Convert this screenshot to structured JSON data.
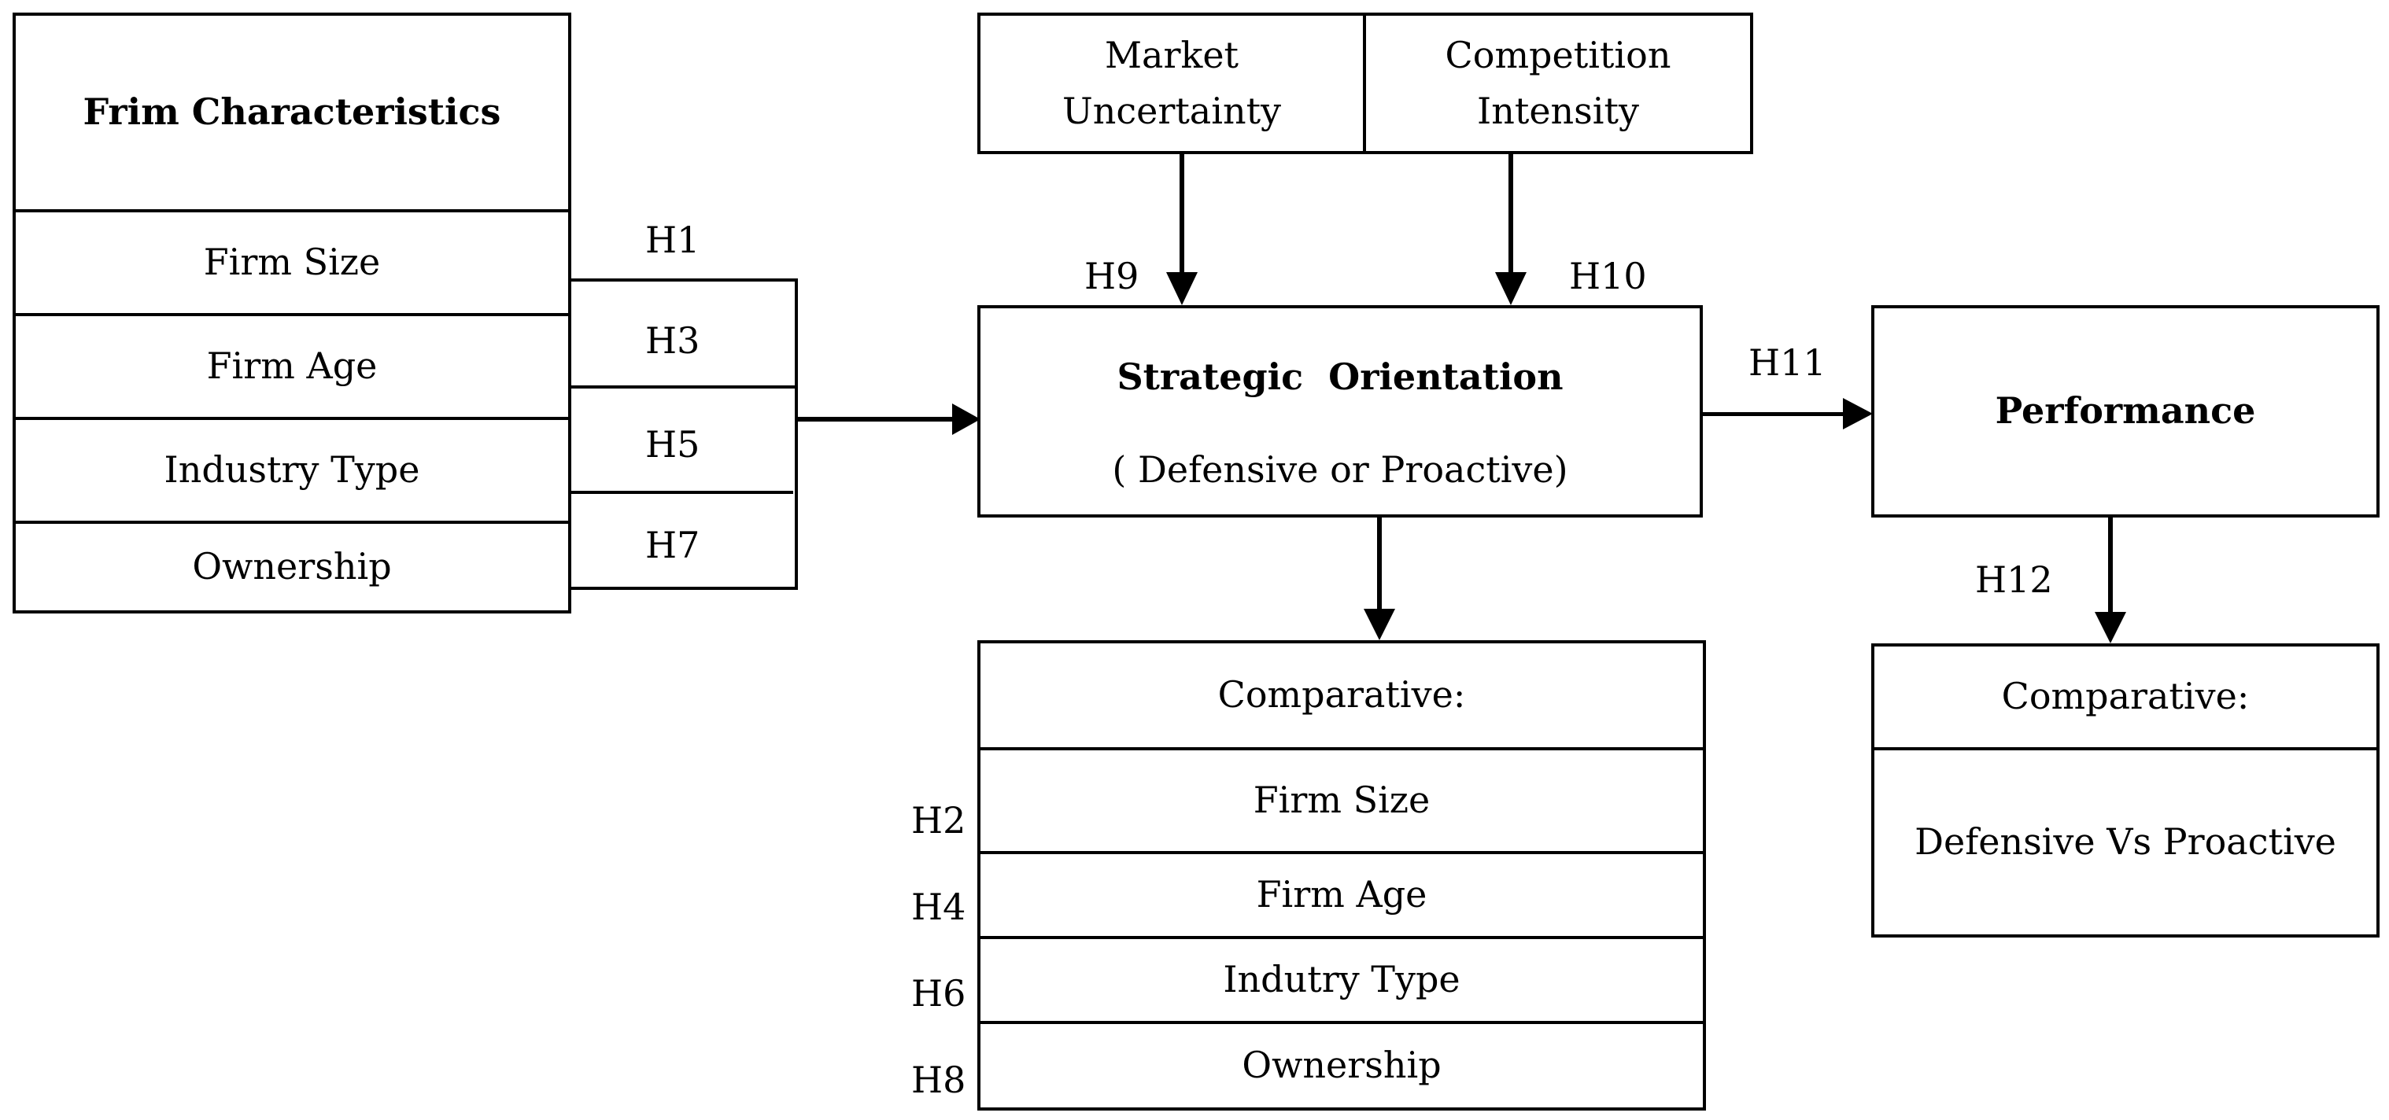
{
  "firm_characteristics": {
    "title": "Frim Characteristics",
    "items": [
      "Firm Size",
      "Firm Age",
      "Industry Type",
      "Ownership"
    ]
  },
  "moderators": {
    "market_uncertainty": "Market Uncertainty",
    "competition_intensity": "Competition Intensity"
  },
  "strategic_orientation": {
    "title": "Strategic  Orientation",
    "subtitle": "( Defensive or Proactive)"
  },
  "performance": {
    "title": "Performance"
  },
  "comparative_orientation": {
    "header": "Comparative:",
    "items": [
      "Firm Size",
      "Firm Age",
      "Indutry Type",
      "Ownership"
    ]
  },
  "comparative_performance": {
    "header": "Comparative:",
    "item": "Defensive Vs Proactive"
  },
  "hypotheses": {
    "h1": "H1",
    "h2": "H2",
    "h3": "H3",
    "h4": "H4",
    "h5": "H5",
    "h6": "H6",
    "h7": "H7",
    "h8": "H8",
    "h9": "H9",
    "h10": "H10",
    "h11": "H11",
    "h12": "H12"
  }
}
